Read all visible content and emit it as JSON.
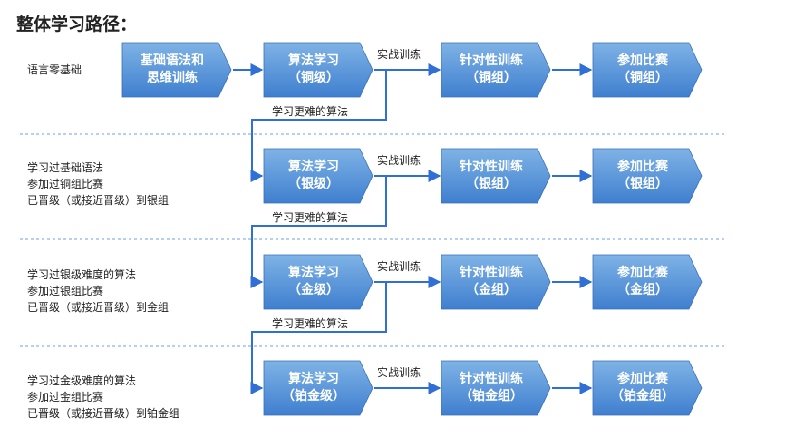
{
  "title": "整体学习路径：",
  "colors": {
    "box_top": "#7fb3e6",
    "box_bottom": "#3f7fcf",
    "line": "#2f6fd6",
    "separator": "#9dc0ee",
    "label_text": "#222222",
    "box_text": "#ffffff"
  },
  "rows": [
    {
      "label_lines": [
        "语言零基础"
      ],
      "start_box": [
        "基础语法和",
        "思维训练"
      ],
      "algo_box": [
        "算法学习",
        "（铜级）"
      ],
      "practice_label": "实战训练",
      "training_box": [
        "针对性训练",
        "（铜组）"
      ],
      "contest_box": [
        "参加比赛",
        "（铜组）"
      ],
      "next_label": "学习更难的算法"
    },
    {
      "label_lines": [
        "学习过基础语法",
        "参加过铜组比赛",
        "已晋级（或接近晋级）到银组"
      ],
      "algo_box": [
        "算法学习",
        "（银级）"
      ],
      "practice_label": "实战训练",
      "training_box": [
        "针对性训练",
        "（银组）"
      ],
      "contest_box": [
        "参加比赛",
        "（银组）"
      ],
      "next_label": "学习更难的算法"
    },
    {
      "label_lines": [
        "学习过银级难度的算法",
        "参加过银组比赛",
        "已晋级（或接近晋级）到金组"
      ],
      "algo_box": [
        "算法学习",
        "（金级）"
      ],
      "practice_label": "实战训练",
      "training_box": [
        "针对性训练",
        "（金组）"
      ],
      "contest_box": [
        "参加比赛",
        "（金组）"
      ],
      "next_label": "学习更难的算法"
    },
    {
      "label_lines": [
        "学习过金级难度的算法",
        "参加过金组比赛",
        "已晋级（或接近晋级）到铂金组"
      ],
      "algo_box": [
        "算法学习",
        "（铂金级）"
      ],
      "practice_label": "实战训练",
      "training_box": [
        "针对性训练",
        "（铂金组）"
      ],
      "contest_box": [
        "参加比赛",
        "（铂金组）"
      ]
    }
  ]
}
